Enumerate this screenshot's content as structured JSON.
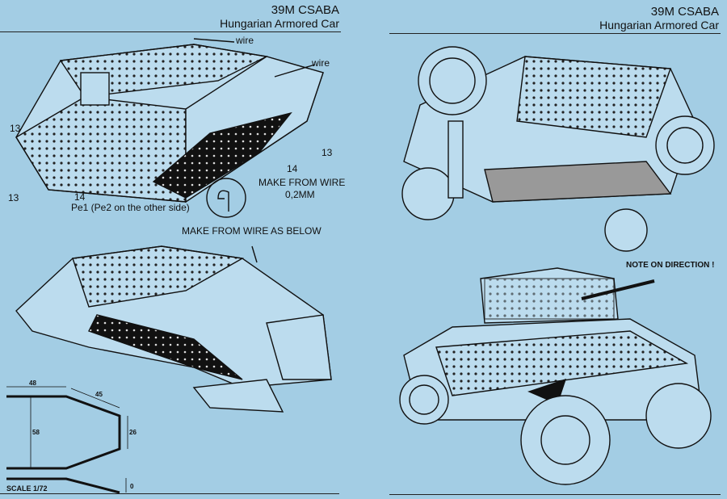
{
  "left_page": {
    "title": "39M CSABA",
    "subtitle": "Hungarian Armored Car",
    "callouts": {
      "wire_1": "wire",
      "wire_2": "wire",
      "part_13_a": "13",
      "part_13_b": "13",
      "part_13_c": "13",
      "part_14_a": "14",
      "part_14_b": "14",
      "pe1_note": "Pe1 (Pe2 on the other side)",
      "make_from_wire": "MAKE FROM WIRE",
      "wire_gauge": "0,2MM",
      "make_from_wire_below": "MAKE FROM WIRE AS BELOW"
    },
    "template": {
      "dim_top": "48",
      "dim_diag": "45",
      "dim_height": "58",
      "dim_end": "26",
      "dim_side": "0",
      "scale": "SCALE 1/72"
    }
  },
  "right_page": {
    "title": "39M CSABA",
    "subtitle": "Hungarian Armored Car",
    "note": "NOTE ON DIRECTION !"
  }
}
